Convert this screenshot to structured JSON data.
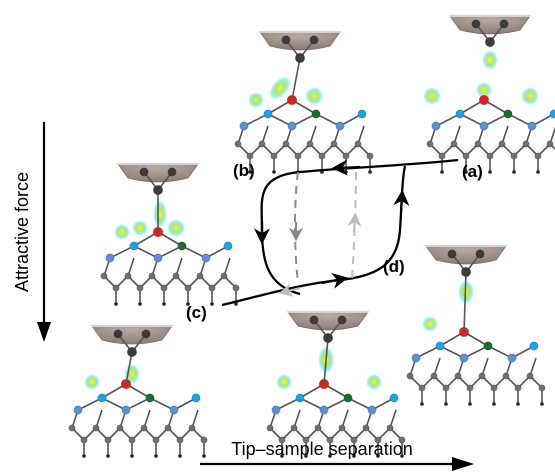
{
  "labels": {
    "a": "(a)",
    "b": "(b)",
    "c": "(c)",
    "d": "(d)"
  },
  "axes": {
    "vertical": "Attractive force",
    "horizontal": "Tip–sample separation"
  },
  "colors": {
    "tip_body": "#9b8a84",
    "tip_rim": "#d8d0cc",
    "bond": "#555555",
    "dark_atom": "#3c3c3c",
    "black_atom": "#111111",
    "light_blue_atom": "#5b8fd6",
    "cyan_atom": "#1aa3e8",
    "red_atom": "#e0201a",
    "green_atom": "#1e6a33",
    "glow": "#7fe6ff",
    "glow_core": "#c8e83a",
    "loop_solid": "#000000",
    "loop_dashed": "#8a8a8a",
    "loop_dashed_light": "#bdbdbd"
  }
}
